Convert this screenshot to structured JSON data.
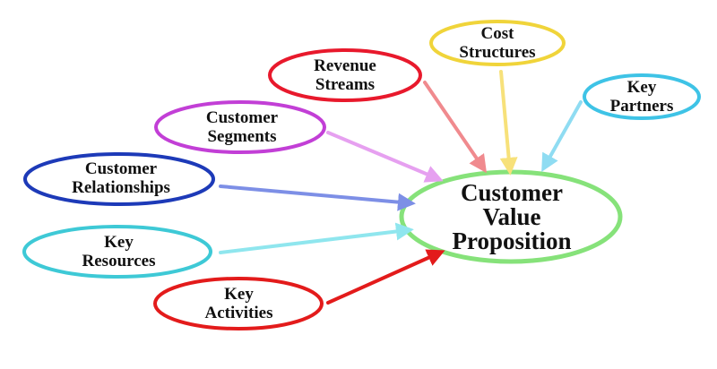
{
  "center": {
    "lines": [
      "Customer",
      "Value",
      "Proposition"
    ],
    "color": "#86e27a"
  },
  "nodes": [
    {
      "id": "revenue-streams",
      "lines": [
        "Revenue",
        "Streams"
      ],
      "color": "#e8192c",
      "arrow_color": "#f08a8e"
    },
    {
      "id": "cost-structures",
      "lines": [
        "Cost",
        "Structures"
      ],
      "color": "#f0d43a",
      "arrow_color": "#f7e17a"
    },
    {
      "id": "key-partners",
      "lines": [
        "Key",
        "Partners"
      ],
      "color": "#3ec3e6",
      "arrow_color": "#8fdcf2"
    },
    {
      "id": "customer-segments",
      "lines": [
        "Customer",
        "Segments"
      ],
      "color": "#c23fd6",
      "arrow_color": "#e6a0f0"
    },
    {
      "id": "customer-relationships",
      "lines": [
        "Customer",
        "Relationships"
      ],
      "color": "#1d3ab8",
      "arrow_color": "#7d8fe6"
    },
    {
      "id": "key-resources",
      "lines": [
        "Key",
        "Resources"
      ],
      "color": "#3ec9d6",
      "arrow_color": "#8fe6ee"
    },
    {
      "id": "key-activities",
      "lines": [
        "Key",
        "Activities"
      ],
      "color": "#e31b1b",
      "arrow_color": "#e31b1b"
    }
  ]
}
